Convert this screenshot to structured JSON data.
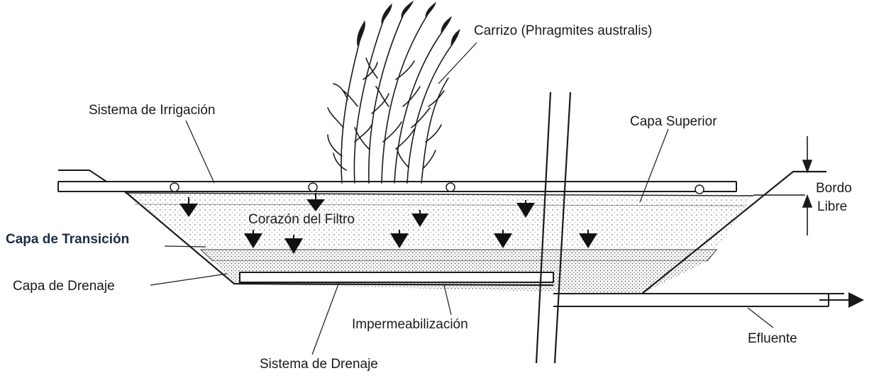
{
  "labels": {
    "carrizo": "Carrizo (Phragmites australis)",
    "irrigacion": "Sistema de Irrigación",
    "capa_superior": "Capa Superior",
    "bordo": "Bordo",
    "libre": "Libre",
    "corazon": "Corazón del Filtro",
    "transicion": "Capa de Transición",
    "drenaje_capa": "Capa de Drenaje",
    "impermeabilizacion": "Impermeabilización",
    "efluente": "Efluente",
    "drenaje_sistema": "Sistema de Drenaje"
  },
  "colors": {
    "ink": "#1a1a1a",
    "bold_label": "#1f2a44",
    "fill_light": "#f7f7f7",
    "fill_dense": "#efefef"
  }
}
